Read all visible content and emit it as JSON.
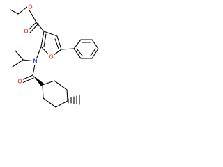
{
  "molecule": {
    "atom_labels": {
      "ester_carbonyl_oxygen": "O",
      "ester_ether_oxygen": "O",
      "furan_oxygen": "O",
      "amide_nitrogen": "N",
      "amide_carbonyl_oxygen": "O"
    },
    "colors": {
      "bond": "#000000",
      "oxygen": "#ff0000",
      "nitrogen": "#0000ff"
    }
  }
}
